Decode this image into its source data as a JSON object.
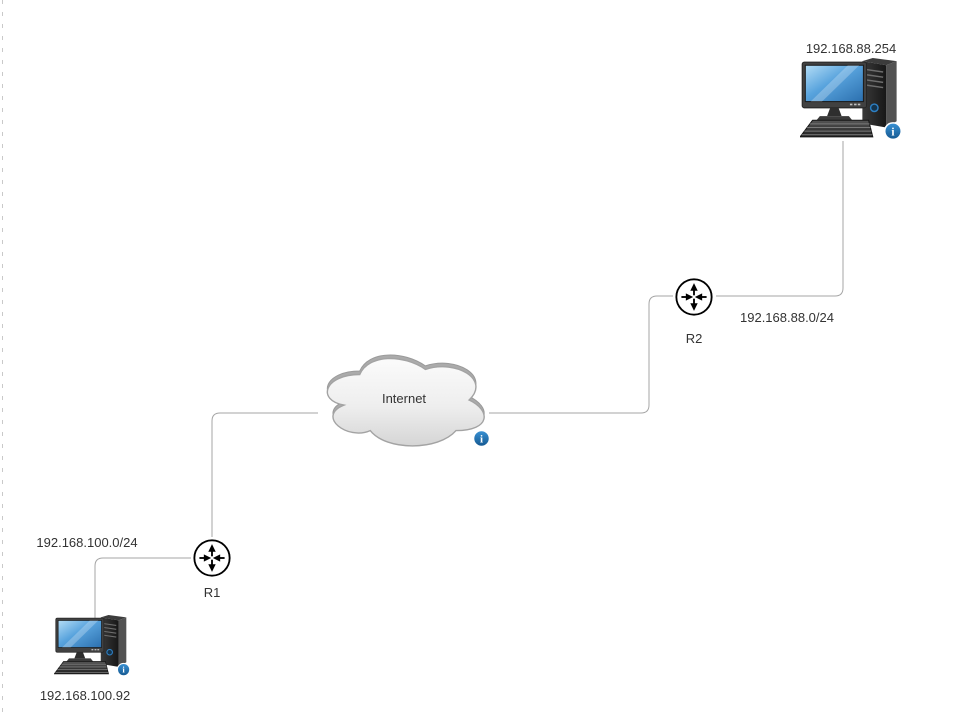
{
  "diagram": {
    "nodes": {
      "pc_top": {
        "type": "desktop-pc",
        "label": "192.168.88.254"
      },
      "router_r2": {
        "type": "router",
        "label": "R2"
      },
      "internet_cloud": {
        "type": "cloud",
        "label": "Internet"
      },
      "router_r1": {
        "type": "router",
        "label": "R1"
      },
      "pc_bottom": {
        "type": "desktop-pc",
        "label": "192.168.100.92"
      }
    },
    "links": [
      {
        "from": "pc_top",
        "to": "router_r2",
        "label": "192.168.88.0/24"
      },
      {
        "from": "router_r2",
        "to": "internet_cloud",
        "label": ""
      },
      {
        "from": "router_r1",
        "to": "internet_cloud",
        "label": ""
      },
      {
        "from": "router_r1",
        "to": "pc_bottom",
        "label": "192.168.100.0/24"
      }
    ],
    "icons": {
      "info_badge_glyph": "i"
    },
    "colors": {
      "background": "#ffffff",
      "link": "#a6a6a6",
      "label": "#333333",
      "badge_blue": "#1d6fb8",
      "screen_blue": "#4292d4",
      "page_boundary": "#c9c9c9"
    }
  }
}
